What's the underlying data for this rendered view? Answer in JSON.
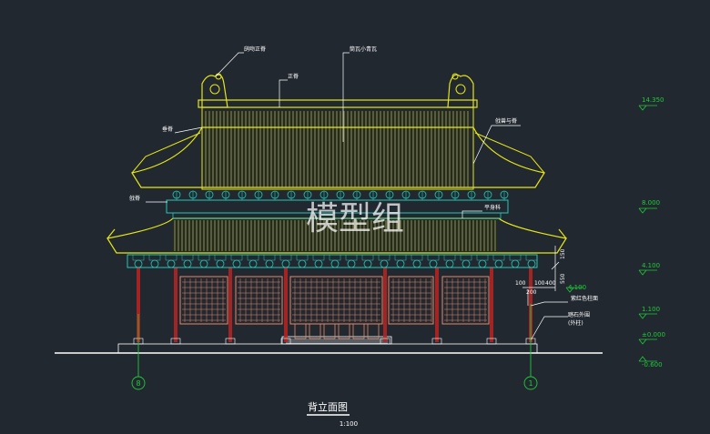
{
  "drawing": {
    "title": "背立面图",
    "scale": "1:100",
    "watermark": "模型组",
    "colors": {
      "background": "#212830",
      "roof_yellow": "#e6e619",
      "bracket_cyan": "#26c9b8",
      "door_panel": "#e88a6a",
      "column_red": "#b22222",
      "level_green": "#22c93a",
      "dimension_text": "#ffffff",
      "ground_line": "#ffffff"
    },
    "callouts": [
      {
        "id": "c1",
        "text": "鸱吻正脊"
      },
      {
        "id": "c2",
        "text": "正脊"
      },
      {
        "id": "c3",
        "text": "筒瓦小青瓦"
      },
      {
        "id": "c4",
        "text": "垂脊"
      },
      {
        "id": "c5",
        "text": "戗脊"
      },
      {
        "id": "c6",
        "text": "戗兽与脊"
      },
      {
        "id": "c7",
        "text": "平身科"
      },
      {
        "id": "c8",
        "text": "紫红色柱面"
      },
      {
        "id": "c9",
        "text": "踏石外围"
      },
      {
        "id": "c10",
        "text": "(外柱)"
      }
    ],
    "levels": [
      {
        "id": "lv1",
        "value": "14.350"
      },
      {
        "id": "lv2",
        "value": "8.000"
      },
      {
        "id": "lv3",
        "value": "4.100"
      },
      {
        "id": "lv4",
        "value": "1.100"
      },
      {
        "id": "lv5",
        "value": "±0.000"
      },
      {
        "id": "lv6",
        "value": "-0.600"
      }
    ],
    "local_level": "4.100",
    "dimensions": {
      "d150": "150",
      "d550": "550",
      "d100a": "100",
      "d100b": "100",
      "d400": "400",
      "d200": "200"
    },
    "axes": [
      {
        "id": "axis-8",
        "label": "8"
      },
      {
        "id": "axis-1",
        "label": "1"
      }
    ]
  }
}
